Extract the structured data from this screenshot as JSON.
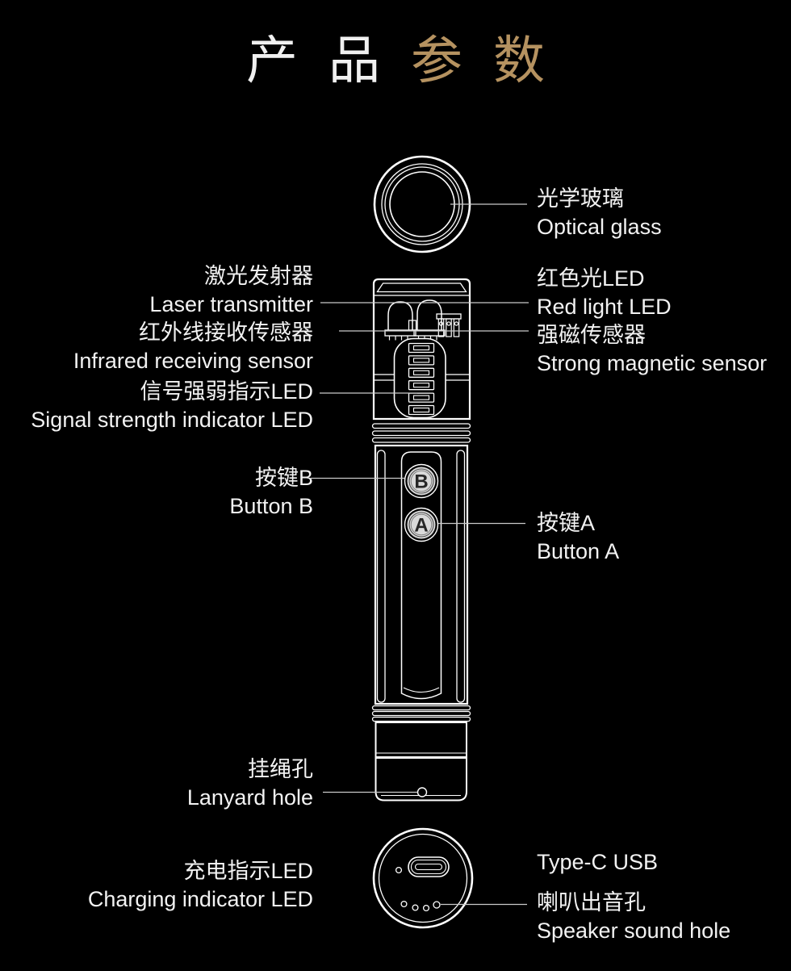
{
  "title": {
    "white": "产品",
    "gold": "参数"
  },
  "colors": {
    "background": "#000000",
    "line_art": "#ffffff",
    "leader_line": "#c9c9c9",
    "title_gold": "#b59260",
    "title_white": "#f0f0f0",
    "button_fill": "#d9d9d9"
  },
  "device": {
    "button_b_label": "B",
    "button_a_label": "A"
  },
  "callouts": {
    "left": [
      {
        "id": "laser-transmitter",
        "lines": [
          "激光发射器",
          "Laser transmitter"
        ]
      },
      {
        "id": "infrared-receiving-sensor",
        "lines": [
          "红外线接收传感器",
          "Infrared receiving sensor"
        ]
      },
      {
        "id": "signal-strength-led",
        "lines": [
          "信号强弱指示LED",
          "Signal strength indicator LED"
        ]
      },
      {
        "id": "button-b",
        "lines": [
          "按键B",
          "Button B"
        ]
      },
      {
        "id": "lanyard-hole",
        "lines": [
          "挂绳孔",
          "Lanyard hole"
        ]
      },
      {
        "id": "charging-indicator-led",
        "lines": [
          "充电指示LED",
          "Charging indicator LED"
        ]
      }
    ],
    "right": [
      {
        "id": "optical-glass",
        "lines": [
          "光学玻璃",
          "Optical glass"
        ]
      },
      {
        "id": "red-light-led",
        "lines": [
          "红色光LED",
          "Red light LED"
        ]
      },
      {
        "id": "strong-magnetic-sensor",
        "lines": [
          "强磁传感器",
          "Strong magnetic sensor"
        ]
      },
      {
        "id": "button-a",
        "lines": [
          "按键A",
          "Button A"
        ]
      },
      {
        "id": "type-c-usb",
        "lines": [
          "Type-C USB"
        ]
      },
      {
        "id": "speaker-sound-hole",
        "lines": [
          "喇叭出音孔",
          "Speaker sound hole"
        ]
      }
    ]
  }
}
